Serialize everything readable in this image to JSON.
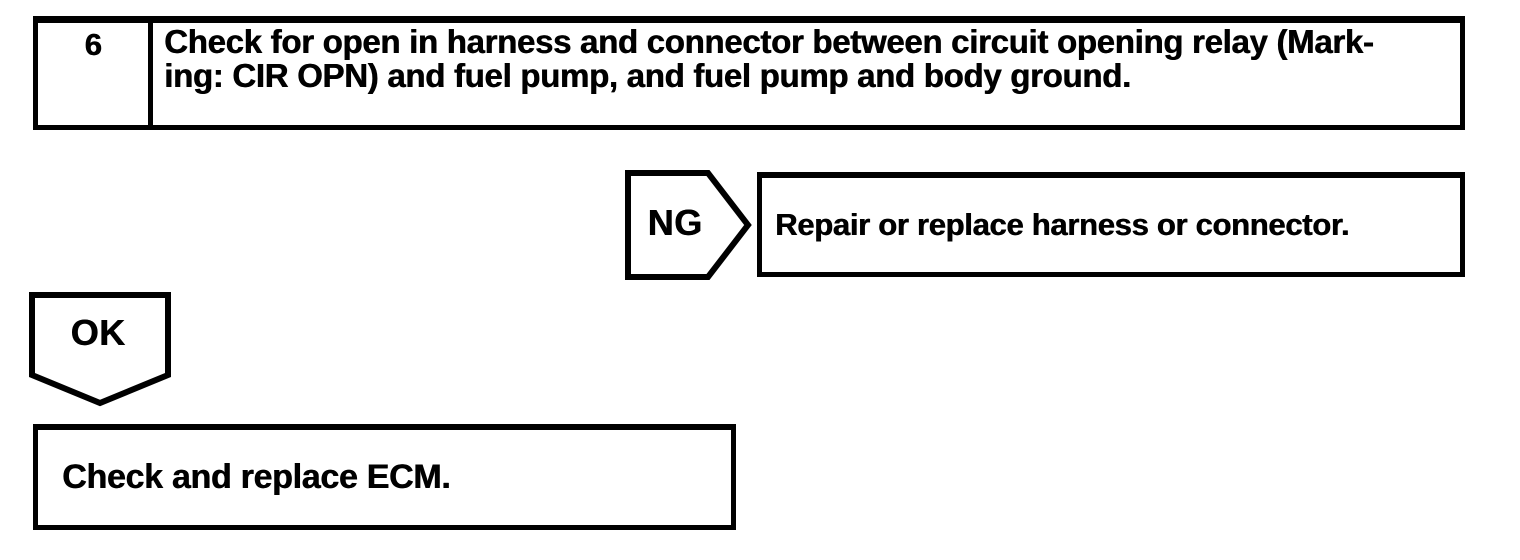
{
  "colors": {
    "ink": "#000000",
    "paper": "#ffffff"
  },
  "flowchart": {
    "step": {
      "number": "6",
      "instruction_line1": "Check for open in harness and connector between circuit opening relay (Mark-",
      "instruction_line2": "ing: CIR OPN) and fuel pump, and fuel pump and body ground."
    },
    "ng": {
      "label": "NG",
      "action": "Repair or replace harness or connector."
    },
    "ok": {
      "label": "OK",
      "action": "Check and replace ECM."
    }
  }
}
